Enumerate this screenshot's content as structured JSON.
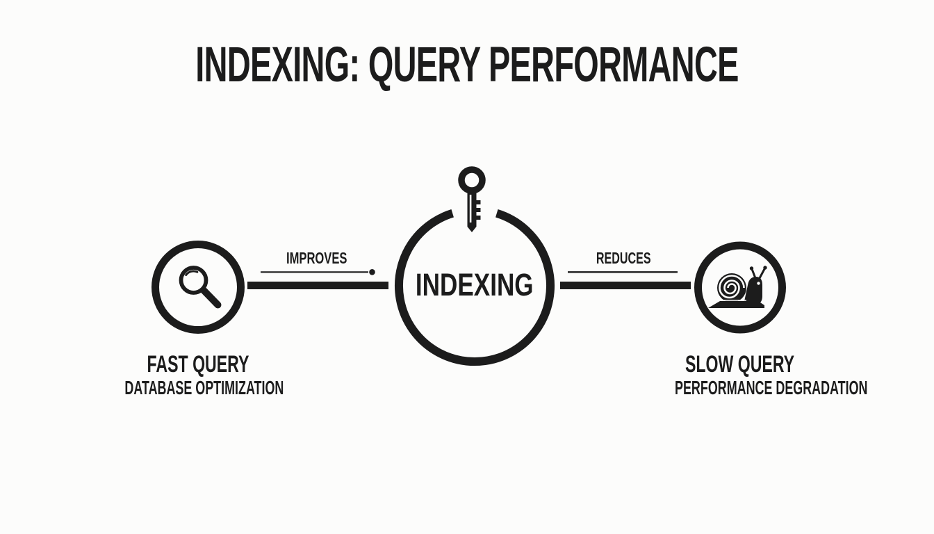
{
  "title": "INDEXING: QUERY PERFORMANCE",
  "center_node": {
    "label": "INDEXING",
    "icon": "key-icon"
  },
  "left_branch": {
    "connector_label": "IMPROVES",
    "node_icon": "magnifying-glass-icon",
    "heading": "FAST QUERY",
    "subheading": "DATABASE OPTIMIZATION"
  },
  "right_branch": {
    "connector_label": "REDUCES",
    "node_icon": "snail-icon",
    "heading": "SLOW QUERY",
    "subheading": "PERFORMANCE DEGRADATION"
  },
  "colors": {
    "ink": "#1c1c1c",
    "background": "#fcfcfb"
  }
}
